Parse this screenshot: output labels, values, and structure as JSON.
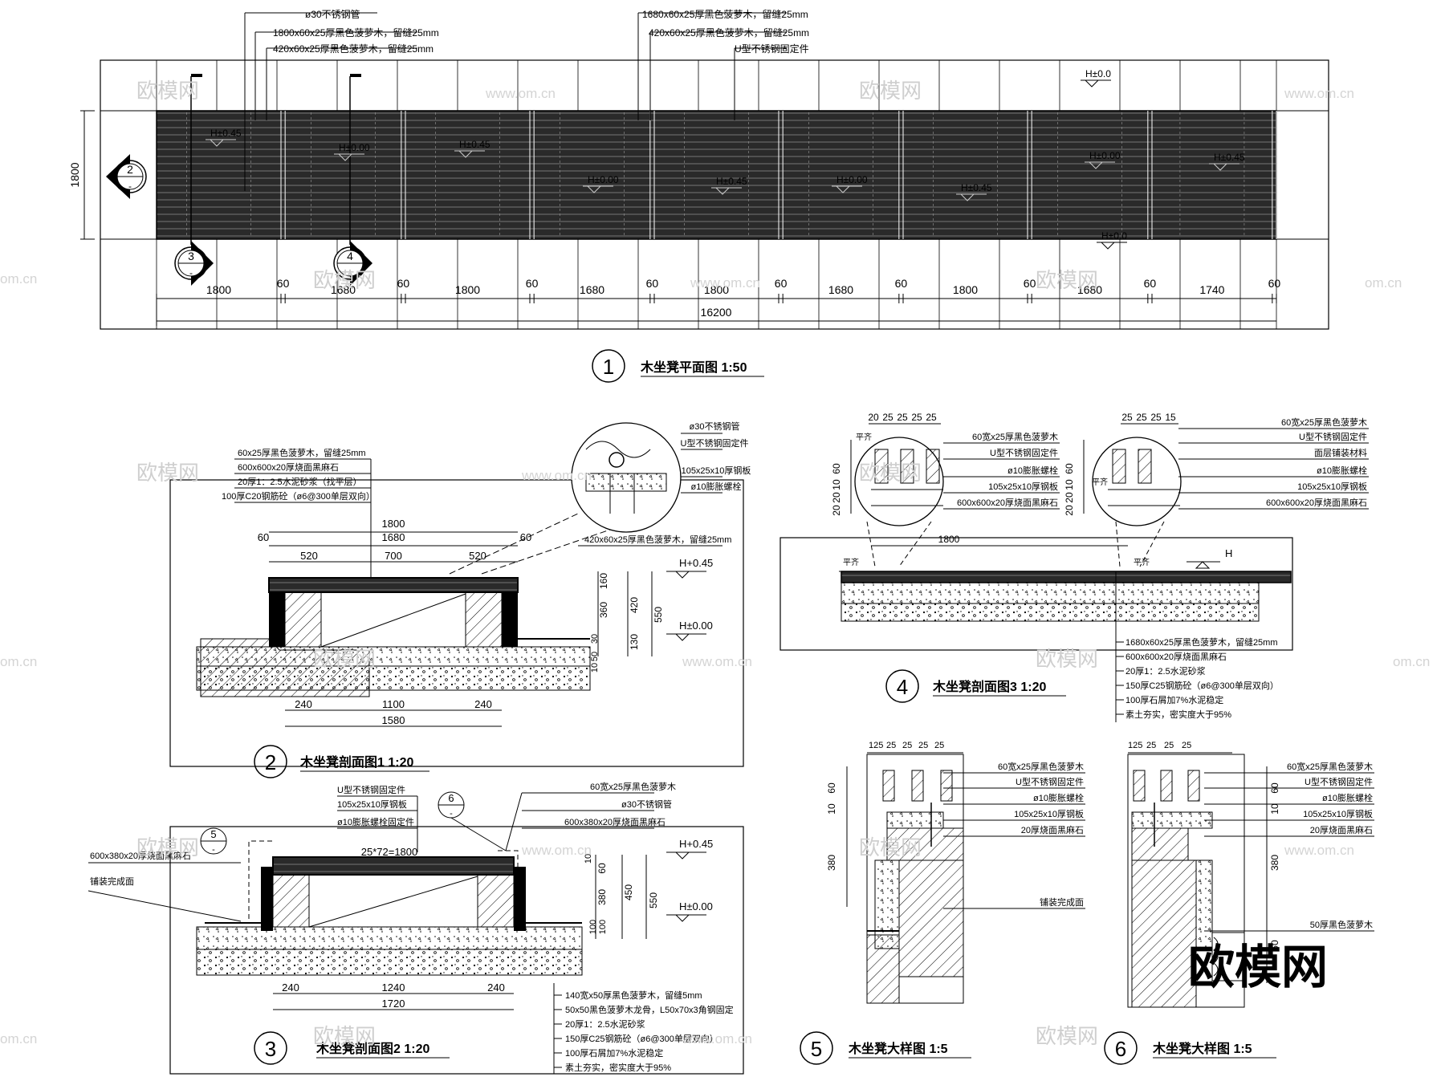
{
  "plan": {
    "title": "木坐凳平面图 1:50",
    "number": "1",
    "notes": [
      "ø30不锈钢管",
      "1800x60x25厚黑色菠萝木，留缝25mm",
      "420x60x25厚黑色菠萝木，留缝25mm",
      "1680x60x25厚黑色菠萝木，留缝25mm",
      "420x60x25厚黑色菠萝木，留缝25mm",
      "U型不锈钢固定件"
    ],
    "dims": [
      "1800",
      "60",
      "1680",
      "60",
      "1800",
      "60",
      "1680",
      "60",
      "1800",
      "60",
      "1680",
      "60",
      "1800",
      "60",
      "1680",
      "60",
      "1740",
      "60"
    ],
    "total": "16200",
    "height_dim": "1800",
    "levels": [
      "H±0.0",
      "H±0.45",
      "H±0.00",
      "H±0.45",
      "H±0.00",
      "H±0.45",
      "H±0.00",
      "H±0.45",
      "H±0.00",
      "H±0.45",
      "H±0.00",
      "H±0.0"
    ],
    "section_marks": [
      {
        "num": "2",
        "sub": "-"
      },
      {
        "num": "3",
        "sub": "-"
      },
      {
        "num": "4",
        "sub": "-"
      }
    ]
  },
  "section1": {
    "title": "木坐凳剖面图1 1:20",
    "number": "2",
    "left_notes": [
      "60x25厚黑色菠萝木，留缝25mm",
      "600x600x20厚烧面黑麻石",
      "20厚1：2.5水泥砂浆（找平层）",
      "100厚C20钢筋砼（ø6@300单层双向）"
    ],
    "right_notes": [
      "ø30不锈钢管",
      "U型不锈钢固定件",
      "105x25x10厚钢板",
      "ø10膨胀螺栓"
    ],
    "lower_note": "420x60x25厚黑色菠萝木，留缝25mm",
    "top_dims": [
      "1800",
      "60",
      "1680",
      "60",
      "520",
      "700",
      "520"
    ],
    "side_dims": [
      "160",
      "360",
      "420",
      "550",
      "30",
      "130",
      "50",
      "10"
    ],
    "bottom_dims": [
      "240",
      "1100",
      "240",
      "1580"
    ],
    "levels": [
      "H+0.45",
      "H±0.00"
    ]
  },
  "section2": {
    "title": "木坐凳剖面图2 1:20",
    "number": "3",
    "callouts": [
      {
        "num": "5",
        "sub": "-"
      },
      {
        "num": "6",
        "sub": "-"
      }
    ],
    "left_notes": [
      "600x380x20厚烧面黑麻石",
      "铺装完成面"
    ],
    "top_notes": [
      "U型不锈钢固定件",
      "105x25x10厚钢板",
      "ø10膨胀螺栓固定件"
    ],
    "right_notes": [
      "60宽x25厚黑色菠萝木",
      "ø30不锈钢管",
      "600x380x20厚烧面黑麻石"
    ],
    "spacing": "25*72=1800",
    "side_dims": [
      "10",
      "60",
      "380",
      "450",
      "550",
      "100",
      "100"
    ],
    "bottom_dims": [
      "240",
      "1240",
      "240",
      "1720"
    ],
    "levels": [
      "H+0.45",
      "H±0.00"
    ],
    "bottom_notes": [
      "140宽x50厚黑色菠萝木，留缝5mm",
      "50x50黑色菠萝木龙骨，L50x70x3角钢固定",
      "20厚1：2.5水泥砂浆",
      "150厚C25钢筋砼（ø6@300单层双向）",
      "100厚石屑加7%水泥稳定",
      "素土夯实，密实度大于95%"
    ]
  },
  "section3": {
    "title": "木坐凳剖面图3 1:20",
    "number": "4",
    "width_dim": "1800",
    "detail_a_dims": [
      "20",
      "25",
      "25",
      "25",
      "25"
    ],
    "detail_b_dims": [
      "25",
      "25",
      "25",
      "15"
    ],
    "detail_a_side": [
      "60",
      "10",
      "20",
      "20"
    ],
    "detail_b_side": [
      "60",
      "10",
      "20",
      "20"
    ],
    "flush_labels": [
      "平齐",
      "平齐",
      "平齐",
      "平齐"
    ],
    "level": "H",
    "detail_a_notes": [
      "60宽x25厚黑色菠萝木",
      "U型不锈钢固定件",
      "ø10膨胀螺栓",
      "105x25x10厚钢板",
      "600x600x20厚烧面黑麻石"
    ],
    "detail_b_notes": [
      "60宽x25厚黑色菠萝木",
      "U型不锈钢固定件",
      "面层铺装材料",
      "ø10膨胀螺栓",
      "105x25x10厚钢板",
      "600x600x20厚烧面黑麻石"
    ],
    "bottom_notes": [
      "1680x60x25厚黑色菠萝木，留缝25mm",
      "600x600x20厚烧面黑麻石",
      "20厚1：2.5水泥砂浆",
      "150厚C25钢筋砼（ø6@300单层双向）",
      "100厚石屑加7%水泥稳定",
      "素土夯实，密实度大于95%"
    ]
  },
  "detail5": {
    "title": "木坐凳大样图 1:5",
    "number": "5",
    "top_dims": [
      "125",
      "25",
      "25",
      "25",
      "25"
    ],
    "side_dims": [
      "10",
      "60",
      "380"
    ],
    "notes": [
      "60宽x25厚黑色菠萝木",
      "U型不锈钢固定件",
      "ø10膨胀螺栓",
      "105x25x10厚钢板",
      "20厚烧面黑麻石",
      "铺装完成面"
    ]
  },
  "detail6": {
    "title": "木坐凳大样图 1:5",
    "number": "6",
    "top_dims": [
      "125",
      "25",
      "25",
      "25"
    ],
    "side_dims": [
      "60",
      "10",
      "380",
      "50"
    ],
    "notes": [
      "60宽x25厚黑色菠萝木",
      "U型不锈钢固定件",
      "ø10膨胀螺栓",
      "105x25x10厚钢板",
      "20厚烧面黑麻石",
      "50厚黑色菠萝木"
    ]
  },
  "watermarks": {
    "brand": "欧模网",
    "url": "www.om.cn",
    "site": "om.cn"
  }
}
